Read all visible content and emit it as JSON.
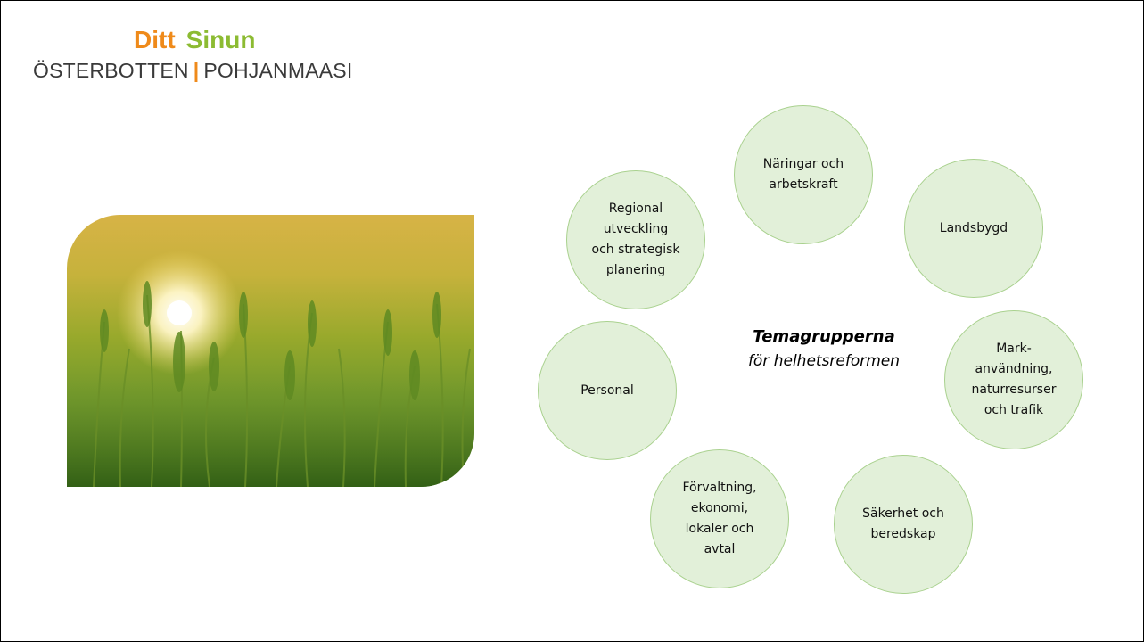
{
  "logo": {
    "word1": "Ditt",
    "word2": "Sinun",
    "left": "ÖSTERBOTTEN",
    "separator": "|",
    "right": "POHJANMAASI",
    "colors": {
      "orange": "#ef8a1a",
      "green": "#8cbb32"
    }
  },
  "photo": {
    "subject": "wheat field at sunrise"
  },
  "diagram": {
    "center_title": "Temagrupperna",
    "center_subtitle": "för helhetsreformen",
    "circles": [
      {
        "label": "Näringar och\narbetskraft"
      },
      {
        "label": "Landsbygd"
      },
      {
        "label": "Mark-\nanvändning,\nnaturresurser\noch trafik"
      },
      {
        "label": "Säkerhet och\nberedskap"
      },
      {
        "label": "Förvaltning,\nekonomi,\nlokaler och\navtal"
      },
      {
        "label": "Personal"
      },
      {
        "label": "Regional\nutveckling\noch strategisk\nplanering"
      }
    ],
    "circle_fill": "#e2f0d9",
    "circle_border": "#a9d18e"
  }
}
